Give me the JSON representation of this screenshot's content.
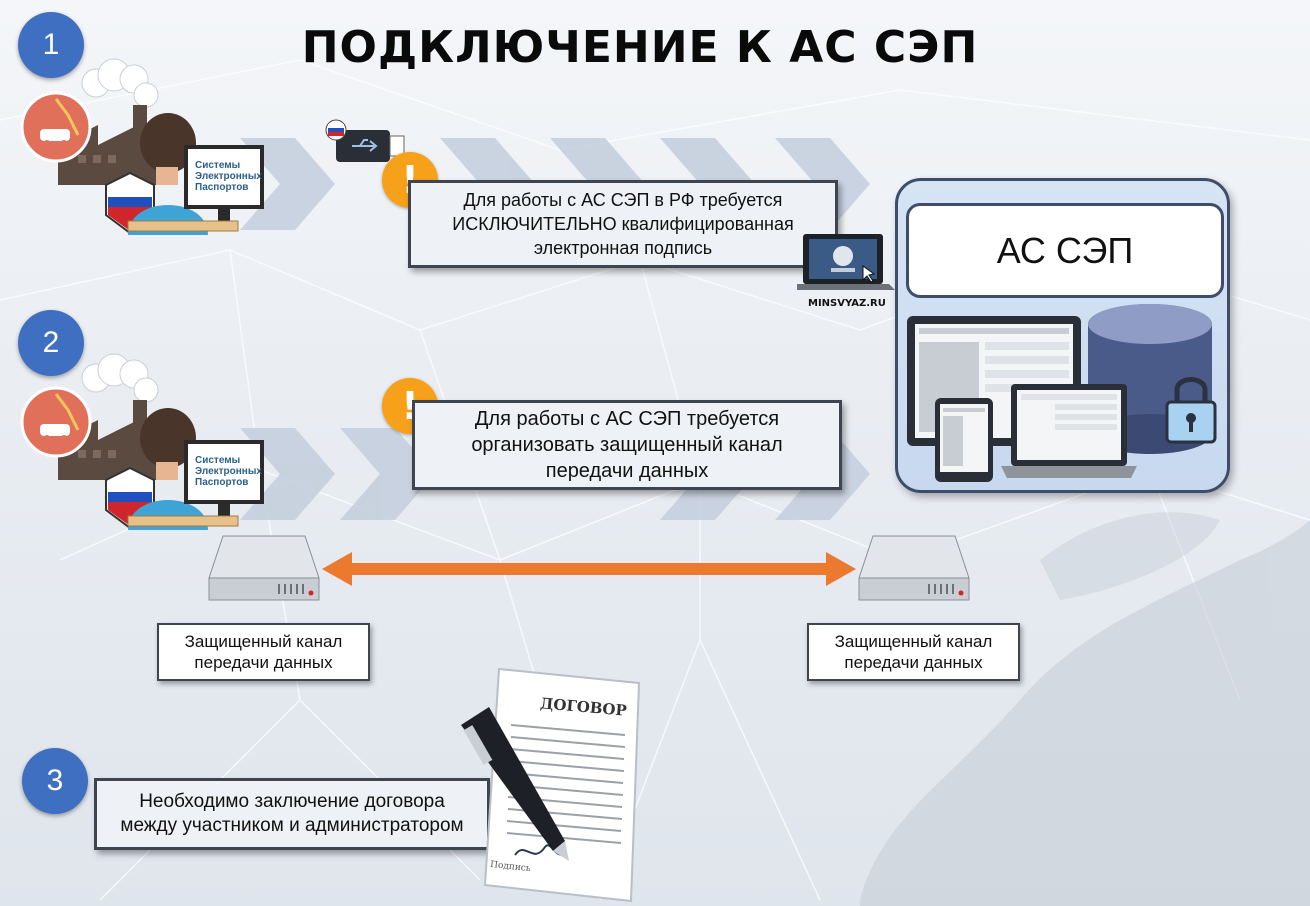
{
  "title": "ПОДКЛЮЧЕНИЕ К АС СЭП",
  "steps": [
    {
      "number": "1"
    },
    {
      "number": "2"
    },
    {
      "number": "3"
    }
  ],
  "monitor_label": [
    "Системы",
    "Электронных",
    "Паспортов"
  ],
  "note1": "Для работы с АС СЭП в РФ требуется ИСКЛЮЧИТЕЛЬНО квалифицированная электронная подпись",
  "note2": "Для работы с АС СЭП требуется организовать защищенный канал передачи данных",
  "note3": "Необходимо заключение договора между участником и администратором",
  "warning_glyph": "!",
  "laptop_caption": "MINSVYAZ.RU",
  "system_label": "АС СЭП",
  "channel_left": "Защищенный канал передачи данных",
  "channel_right": "Защищенный канал передачи данных",
  "contract_title": "ДОГОВОР",
  "contract_sign": "Подпись",
  "colors": {
    "badge": "#3f6fc0",
    "warning": "#f7a11a",
    "arrow": "#ec7a2e",
    "chevron": "#c3cedd",
    "panel": "#c7d9ef",
    "border": "#3e4450"
  }
}
